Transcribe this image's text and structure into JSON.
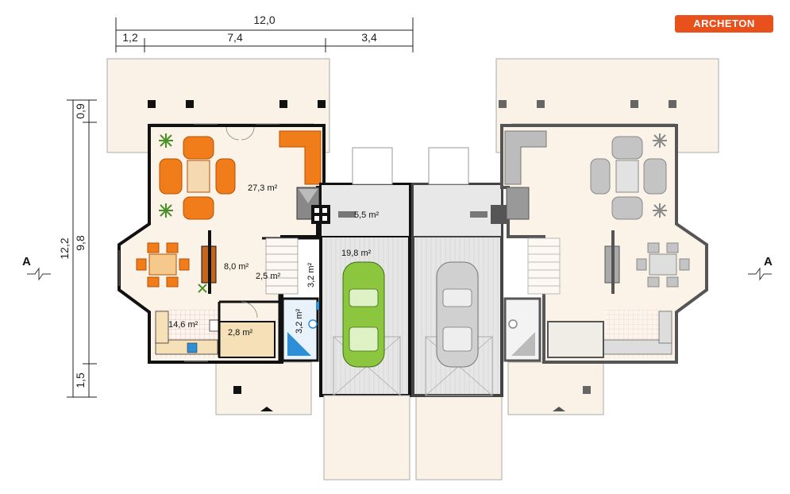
{
  "logo": {
    "text": "ARCHETON",
    "color": "#e8501c"
  },
  "dimensions": {
    "overall_width": "12,0",
    "seg_1": "1,2",
    "seg_2": "7,4",
    "seg_3": "3,4",
    "overall_depth": "12,2",
    "v_seg_1": "0,9",
    "v_seg_2": "9,8",
    "v_seg_3": "1,5"
  },
  "rooms": {
    "living": "27,3 m²",
    "dining": "8,0 m²",
    "kitchen": "14,6 m²",
    "storage": "2,8 m²",
    "hall": "2,5 m²",
    "stair": "3,2 m²",
    "bath": "3,2 m²",
    "boiler": "5,5 m²",
    "garage": "19,8 m²"
  },
  "section_marks": {
    "left": "A",
    "right": "A"
  },
  "colors": {
    "floor": "#fbf3e8",
    "terrace": "#faf2e6",
    "garage": "#e6e6e6",
    "furniture_orange": "#f07d1a",
    "furniture_grey": "#b8b8b8",
    "car_green": "#8cc63f",
    "bath_blue": "#2e8fd6",
    "wall": "#111111"
  }
}
